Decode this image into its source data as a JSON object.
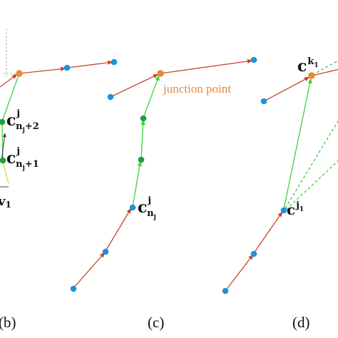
{
  "colors": {
    "red_edge": "#c8452f",
    "green_edge": "#3fd13f",
    "blue_node": "#1d92df",
    "green_node": "#1f9f3a",
    "orange_node": "#e8893a",
    "junction_text": "#e8893a",
    "dashed": "#30cc30",
    "guide": "#9a9a9a"
  },
  "panels": {
    "b": {
      "label": "(b)"
    },
    "c": {
      "label": "(c)"
    },
    "d": {
      "label": "(d)"
    }
  },
  "annotations": {
    "junction_point": "junction point",
    "c_nj_plus_2": {
      "base": "c",
      "sup": "j",
      "sub_main": "n",
      "sub_sub": "j",
      "sub_rest": "+2"
    },
    "c_nj_plus_1": {
      "base": "c",
      "sup": "j",
      "sub_main": "n",
      "sub_sub": "j",
      "sub_rest": "+1"
    },
    "v1": {
      "base": "v",
      "sub": "1"
    },
    "c_nj": {
      "base": "c",
      "sup": "j",
      "sub_main": "n",
      "sub_sub": "j"
    },
    "c_j1": {
      "base": "c",
      "sup_main": "j",
      "sup_sub": "1"
    },
    "c_k1": {
      "base": "c",
      "sup_main": "k",
      "sup_sub": "1"
    }
  }
}
